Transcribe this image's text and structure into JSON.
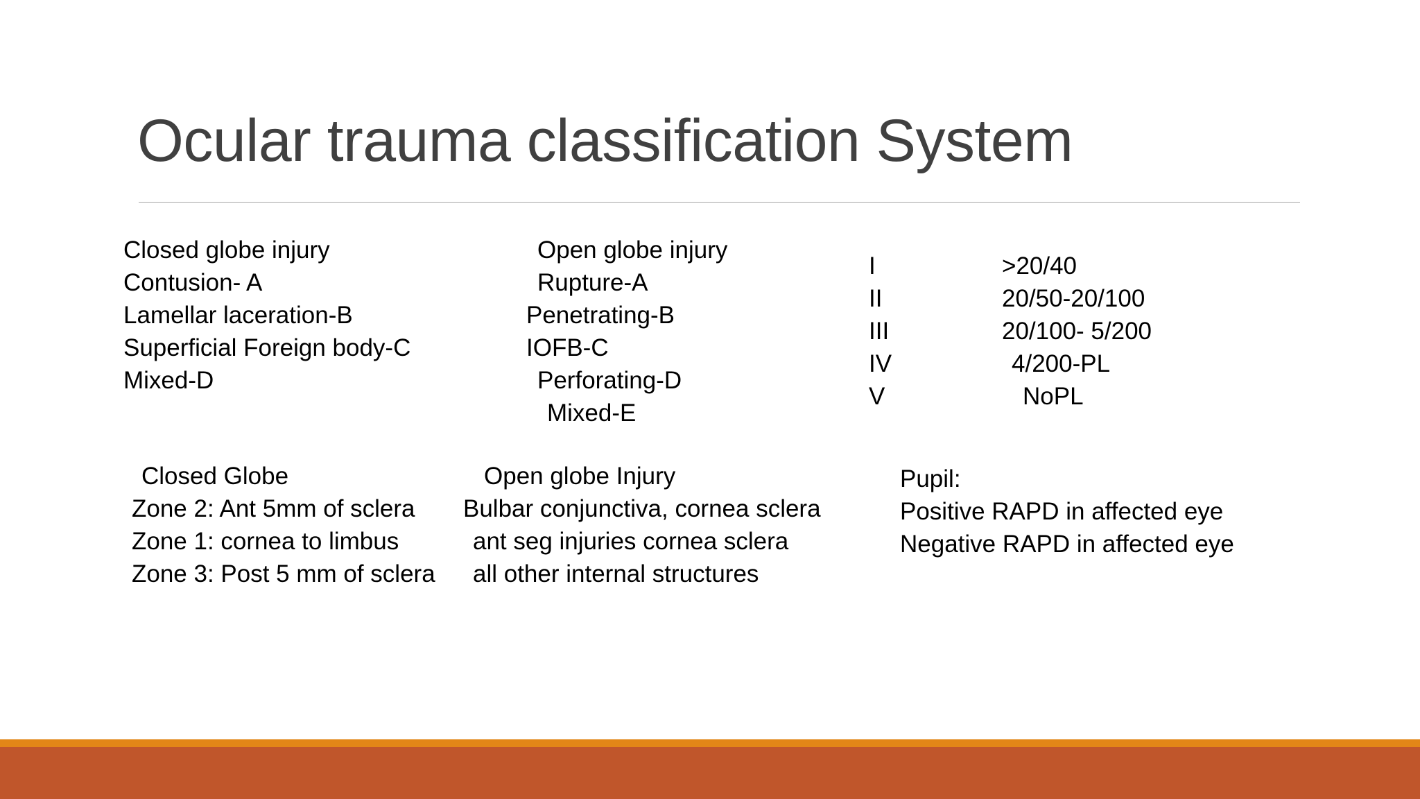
{
  "slide": {
    "title": "Ocular trauma classification System",
    "colors": {
      "title_text": "#404040",
      "rule": "#a6a6a6",
      "body_text": "#000000",
      "accent_orange": "#E28617",
      "accent_terracotta": "#C0562B",
      "background": "#ffffff"
    }
  },
  "columns": {
    "closed_globe": {
      "heading": "Closed globe injury",
      "items": [
        "Contusion- A",
        "Lamellar laceration-B",
        "Superficial Foreign body-C",
        "Mixed-D"
      ]
    },
    "open_globe": {
      "heading": "Open globe injury",
      "items": [
        "Rupture-A",
        "Penetrating-B",
        "IOFB-C",
        "Perforating-D",
        "Mixed-E"
      ]
    },
    "visual_acuity_grades": {
      "rows": [
        {
          "grade": "I",
          "acuity": ">20/40"
        },
        {
          "grade": "II",
          "acuity": "20/50-20/100"
        },
        {
          "grade": "III",
          "acuity": "20/100- 5/200"
        },
        {
          "grade": "IV",
          "acuity": "4/200-PL"
        },
        {
          "grade": "V",
          "acuity": "NoPL"
        }
      ]
    },
    "closed_globe_zones": {
      "heading": "Closed Globe",
      "items": [
        "Zone 2: Ant 5mm of sclera",
        "Zone 1: cornea to limbus",
        "Zone 3: Post 5 mm of sclera"
      ]
    },
    "open_globe_zones": {
      "heading": "Open globe Injury",
      "items": [
        "Bulbar conjunctiva, cornea sclera",
        "ant seg injuries cornea sclera",
        "all other internal structures"
      ]
    },
    "pupil": {
      "heading": "Pupil:",
      "items": [
        "Positive RAPD in affected eye",
        "Negative RAPD in affected eye"
      ]
    }
  }
}
